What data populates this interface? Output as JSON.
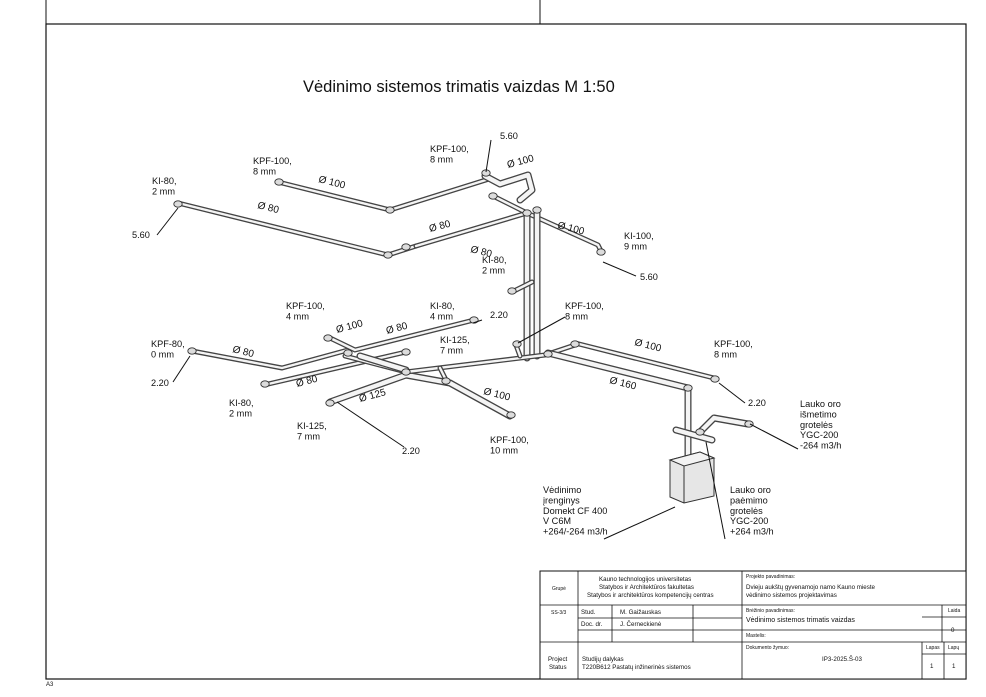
{
  "title": "Vėdinimo sistemos trimatis vaizdas M 1:50",
  "labels": {
    "kpf100_top_a": [
      "KPF-100,",
      "8 mm"
    ],
    "kpf100_top_b": [
      "KPF-100,",
      "8 mm"
    ],
    "ki80_left": [
      "KI-80,",
      "2 mm"
    ],
    "ki100_right": [
      "KI-100,",
      "9 mm"
    ],
    "ki80_mid": [
      "KI-80,",
      "2 mm"
    ],
    "kpf100_center": [
      "KPF-100,",
      "8 mm"
    ],
    "kpf100_left_low": [
      "KPF-100,",
      "4 mm"
    ],
    "ki80_center_low": [
      "KI-80,",
      "4 mm"
    ],
    "kpf80_left": [
      "KPF-80,",
      "0 mm"
    ],
    "ki125_center": [
      "KI-125,",
      "7 mm"
    ],
    "ki80_bottom_left": [
      "KI-80,",
      "2 mm"
    ],
    "ki125_bottom": [
      "KI-125,",
      "7 mm"
    ],
    "kpf100_bottom": [
      "KPF-100,",
      "10 mm"
    ],
    "kpf100_right": [
      "KPF-100,",
      "8 mm"
    ],
    "exhaust_grille": [
      "Lauko oro",
      "išmetimo",
      "grotelės",
      "YGC-200",
      "-264 m3/h"
    ],
    "intake_grille": [
      "Lauko oro",
      "paėmimo",
      "grotelės",
      "YGC-200",
      "+264 m3/h"
    ],
    "unit": [
      "Vėdinimo",
      "įrenginys",
      "Domekt CF 400",
      "V C6M",
      "+264/-264 m3/h"
    ]
  },
  "elevations": {
    "e560_top": "5.60",
    "e560_left": "5.60",
    "e560_right": "5.60",
    "e220_center": "2.20",
    "e220_left": "2.20",
    "e220_right": "2.20",
    "e220_bottom": "2.20"
  },
  "diameters": {
    "d100_top1": "Ø 100",
    "d100_top2": "Ø 100",
    "d80_top1": "Ø 80",
    "d80_top2": "Ø 80",
    "d80_top3": "Ø 80",
    "d100_top3": "Ø 100",
    "d100_low1": "Ø 100",
    "d80_low1": "Ø 80",
    "d80_low2": "Ø 80",
    "d80_low3": "Ø 80",
    "d125_low": "Ø 125",
    "d100_low2": "Ø 100",
    "d100_right": "Ø 100",
    "d160_right": "Ø 160"
  },
  "title_block": {
    "group_label": "Grupė",
    "group_value": "SS-3/3",
    "institution": [
      "Kauno technologijos universitetas",
      "Statybos ir Architektūros fakultetas",
      "Statybos ir architektūros kompetencijų centras"
    ],
    "project_name_label": "Projekto pavadinimas:",
    "project_name": [
      "Dvieju aukštų gyvenamojo namo Kauno mieste",
      "vėdinimo sistemos projektavimas"
    ],
    "drawing_name_label": "Brėžinio pavadinimas:",
    "drawing_name": "Vėdinimo sistemos trimatis vaizdas",
    "scale_label": "Mastelis:",
    "edition_label": "Laida",
    "edition_value": "0",
    "doc_code_label": "Dokumento žymuo:",
    "doc_code": "IP3-2025.Š-03",
    "sheet_label": "Lapas",
    "sheet_value": "1",
    "sheets_label": "Lapų",
    "sheets_value": "1",
    "stud_label": "Stud.",
    "stud_name": "M. Gaižauskas",
    "doc_label": "Doc. dr.",
    "doc_name": "J. Černeckienė",
    "status_label": [
      "Project",
      "Status"
    ],
    "status_value": [
      "Studijų dalykas",
      "T220B612 Pastatų inžinerinės sistemos"
    ]
  },
  "corner_mark": "A3"
}
